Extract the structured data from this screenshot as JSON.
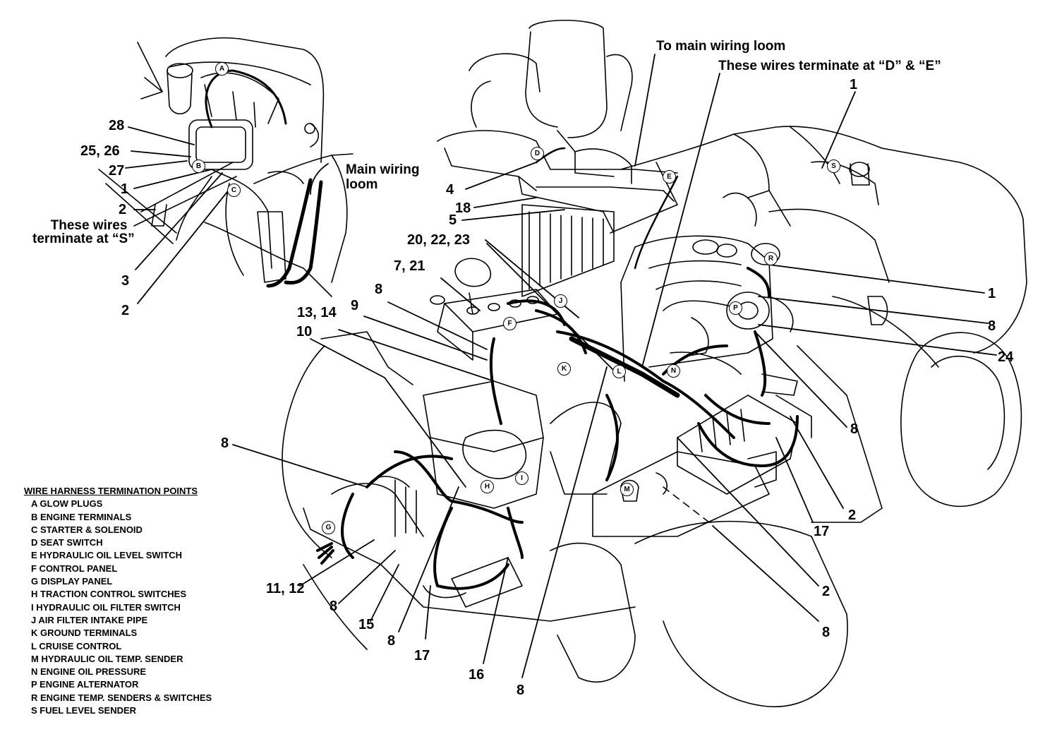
{
  "labels": {
    "l28": "28",
    "l25_26": "25, 26",
    "l27": "27",
    "l1_left": "1",
    "l2_left_top": "2",
    "l3": "3",
    "l2_left_bottom": "2",
    "l4": "4",
    "l18": "18",
    "l5": "5",
    "l20_22_23": "20, 22, 23",
    "l7_21": "7, 21",
    "l8_upper": "8",
    "l9": "9",
    "l13_14": "13, 14",
    "l10": "10",
    "l1_top_right": "1",
    "l1_right": "1",
    "l8_right": "8",
    "l24": "24",
    "l8_right_mid": "8",
    "l2_right": "2",
    "l17_right": "17",
    "l2_lower_right": "2",
    "l8_lower_right": "8",
    "l8_left": "8",
    "l11_12": "11, 12",
    "l8_bottom_a": "8",
    "l15": "15",
    "l8_bottom_b": "8",
    "l17_bottom": "17",
    "l16": "16",
    "l8_bottom_c": "8"
  },
  "notes": {
    "to_main_loom": "To main wiring loom",
    "terminate_de": "These wires terminate at “D” & “E”",
    "main_loom_line1": "Main wiring",
    "main_loom_line2": "loom",
    "terminate_s_line1": "These wires",
    "terminate_s_line2": "terminate at “S”"
  },
  "callouts": {
    "A": "A",
    "B": "B",
    "C": "C",
    "D": "D",
    "E": "E",
    "F": "F",
    "G": "G",
    "H": "H",
    "I": "I",
    "J": "J",
    "K": "K",
    "L": "L",
    "M": "M",
    "N": "N",
    "P": "P",
    "R": "R",
    "S": "S"
  },
  "legend": {
    "title": "WIRE HARNESS TERMINATION POINTS",
    "items": [
      "A GLOW PLUGS",
      "B ENGINE TERMINALS",
      "C STARTER & SOLENOID",
      "D SEAT SWITCH",
      "E HYDRAULIC OIL LEVEL SWITCH",
      "F CONTROL PANEL",
      "G DISPLAY PANEL",
      "H TRACTION CONTROL SWITCHES",
      "I HYDRAULIC OIL FILTER SWITCH",
      "J AIR FILTER INTAKE PIPE",
      "K GROUND TERMINALS",
      "L CRUISE CONTROL",
      "M HYDRAULIC OIL TEMP. SENDER",
      "N ENGINE OIL PRESSURE",
      "P ENGINE ALTERNATOR",
      "R ENGINE TEMP. SENDERS & SWITCHES",
      "S FUEL LEVEL SENDER"
    ]
  }
}
